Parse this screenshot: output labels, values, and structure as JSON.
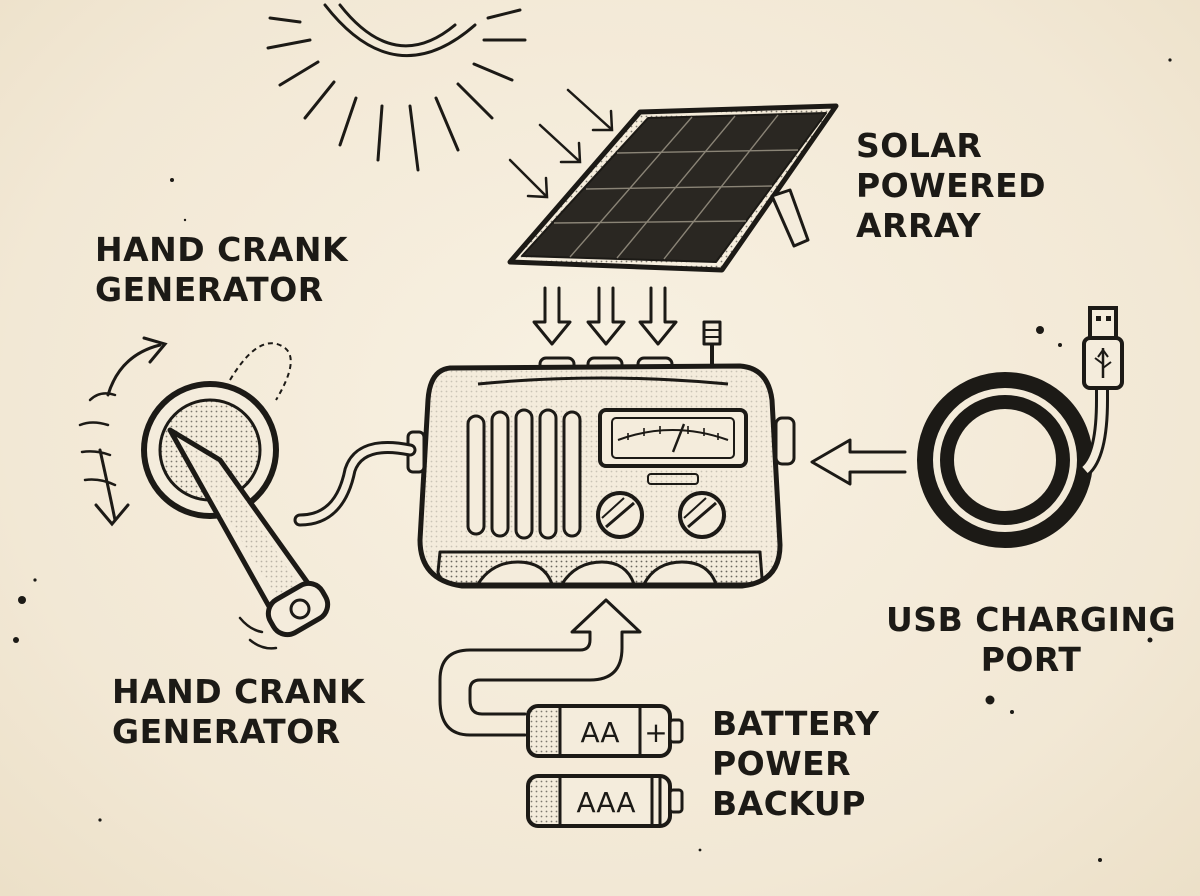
{
  "labels": {
    "solar": [
      "SOLAR",
      "POWERED",
      "ARRAY"
    ],
    "crank_top": [
      "HAND CRANK",
      "GENERATOR"
    ],
    "crank_bottom": [
      "HAND CRANK",
      "GENERATOR"
    ],
    "usb": [
      "USB CHARGING",
      "PORT"
    ],
    "battery": [
      "BATTERY",
      "POWER",
      "BACKUP"
    ]
  },
  "batteries": {
    "aa": "AA",
    "aa_plus": "+",
    "aaa": "AAA"
  },
  "colors": {
    "ink": "#1c1a16",
    "paper": "#f4ecdc"
  },
  "icons": [
    "sun-icon",
    "solar-panel-icon",
    "radio-icon",
    "hand-crank-icon",
    "usb-cable-icon",
    "battery-icon"
  ]
}
